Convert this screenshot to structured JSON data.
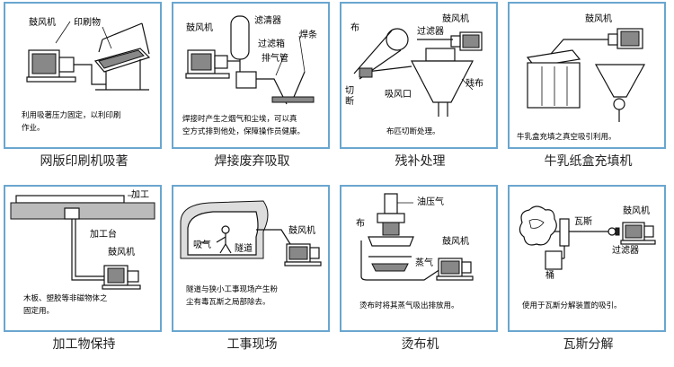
{
  "panels": [
    {
      "caption": "网版印刷机吸著",
      "labels": {
        "blower": "鼓风机",
        "printed": "印刷物"
      },
      "desc": [
        "利用吸著压力固定，以利印刷",
        "作业。"
      ]
    },
    {
      "caption": "焊接废弃吸取",
      "labels": {
        "blower": "鼓风机",
        "filter": "滤清器",
        "filter_box": "过滤箱",
        "exhaust": "排气管",
        "rod": "焊条"
      },
      "desc": [
        "焊接时产生之烟气和尘埃，可以真",
        "空方式排到他处，保障操作员健康。"
      ]
    },
    {
      "caption": "残补处理",
      "labels": {
        "blower": "鼓风机",
        "cloth": "布",
        "filter": "过滤器",
        "cutter": "切断",
        "suction": "吸风口",
        "scrap": "残布"
      },
      "desc": [
        "布匹切断处理。"
      ]
    },
    {
      "caption": "牛乳纸盒充填机",
      "labels": {
        "blower": "鼓风机"
      },
      "desc": [
        "牛乳盒充填之真空吸引利用。"
      ]
    },
    {
      "caption": "加工物保持",
      "labels": {
        "work": "加工",
        "table": "加工台",
        "blower": "鼓风机"
      },
      "desc": [
        "木板、塑胶等非磁物体之",
        "固定用。"
      ]
    },
    {
      "caption": "工事现场",
      "labels": {
        "blower": "鼓风机",
        "suction": "吸气",
        "tunnel": "隧道"
      },
      "desc": [
        "隧道与狭小工事现场产生粉",
        "尘有毒瓦斯之局部除去。"
      ]
    },
    {
      "caption": "烫布机",
      "labels": {
        "oil": "油压气",
        "cloth": "布",
        "blower": "鼓风机",
        "steam": "蒸气"
      },
      "desc": [
        "烫布时将其蒸气吸出排放用。"
      ]
    },
    {
      "caption": "瓦斯分解",
      "labels": {
        "blower": "鼓风机",
        "gas": "瓦斯",
        "filter": "过滤器",
        "bucket": "桶"
      },
      "desc": [
        "使用于瓦斯分解装置的吸引。"
      ]
    }
  ]
}
